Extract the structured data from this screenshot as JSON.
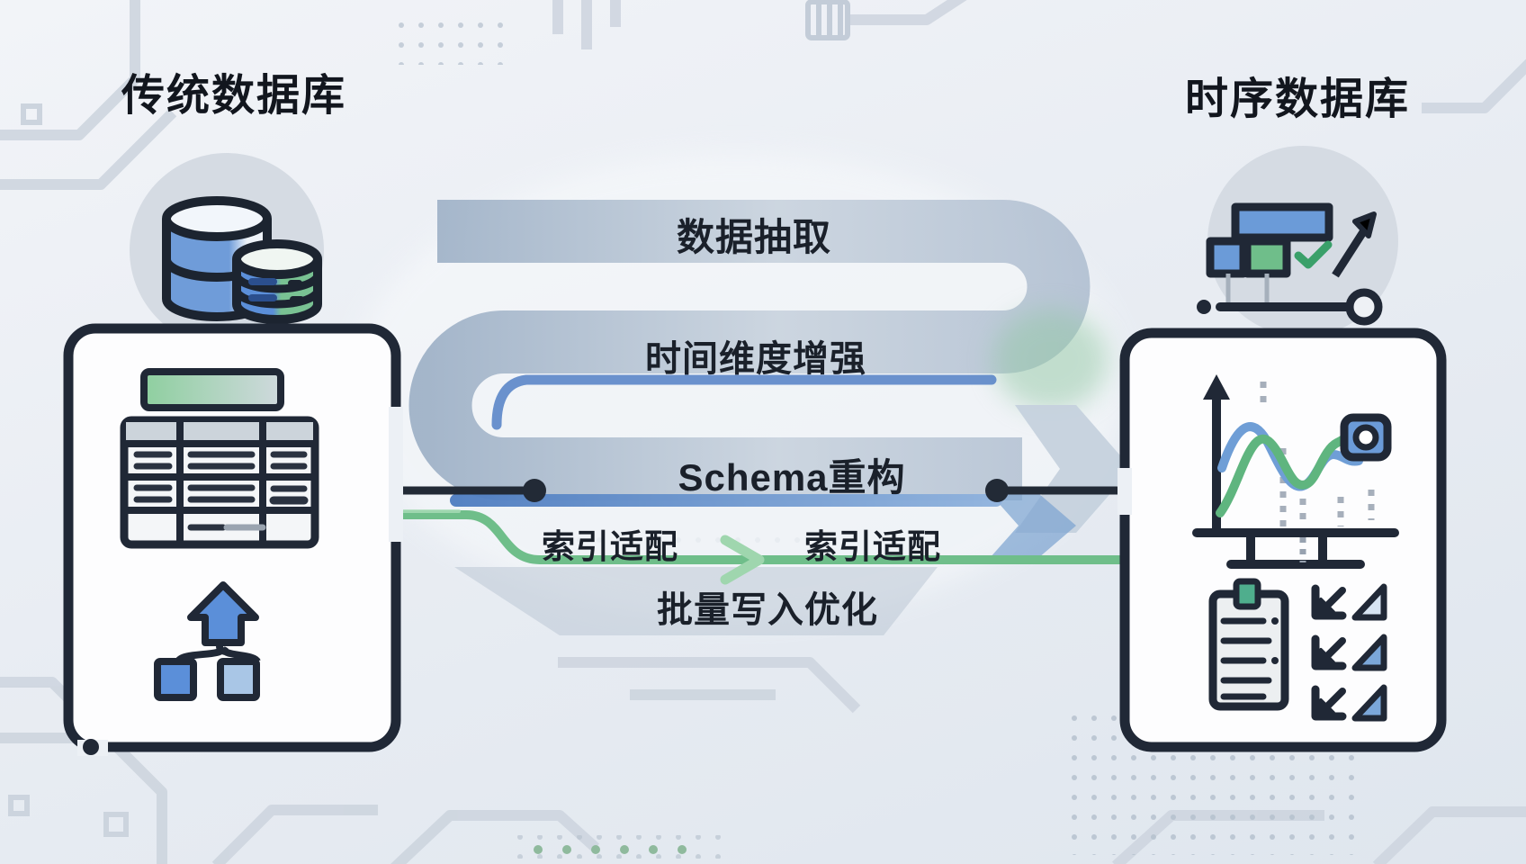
{
  "titles": {
    "left": "传统数据库",
    "right": "时序数据库"
  },
  "flow_labels": {
    "extraction": "数据抽取",
    "time_dimension": "时间维度增强",
    "schema": "Schema重构",
    "index_left": "索引适配",
    "index_right": "索引适配",
    "batch_write": "批量写入优化"
  },
  "colors": {
    "band_gray_blue": "#b8c5d4",
    "accent_blue": "#5b86c8",
    "accent_green": "#6fbe8a",
    "outline_dark": "#202836",
    "card_bg": "#fdfdfe",
    "icon_circle_bg": "#d5dbe3"
  }
}
